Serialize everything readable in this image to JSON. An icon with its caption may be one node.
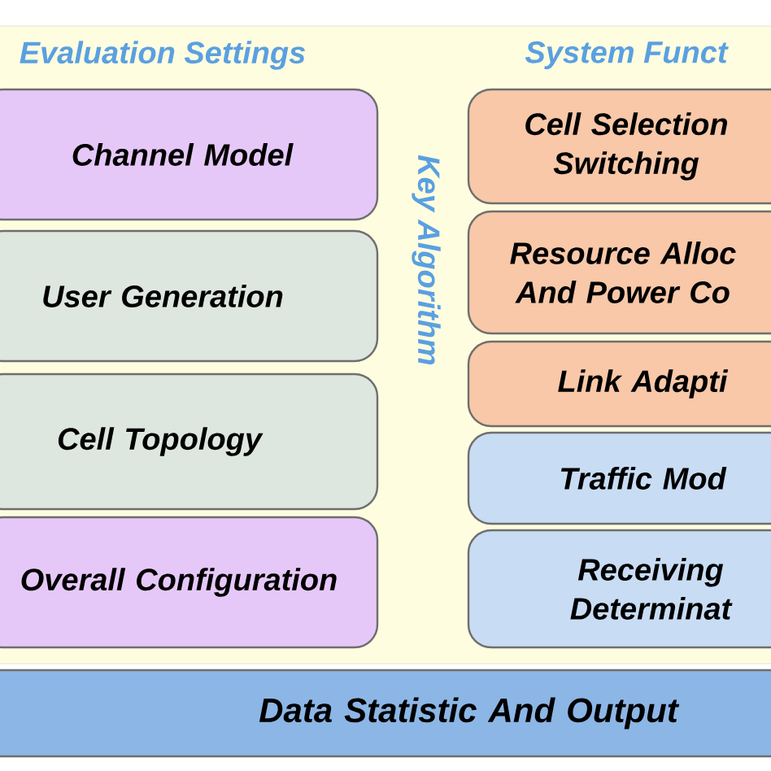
{
  "diagram": {
    "nodes": [
      {
        "text": [
          "Channel Model"
        ]
      },
      {
        "text": [
          "User Generation"
        ]
      },
      {
        "text": [
          "Cell Topology"
        ]
      },
      {
        "text": [
          "Overall Configuration"
        ]
      },
      {
        "text": [
          "Cell Selection Switching"
        ]
      },
      {
        "text": [
          "Resource Alloc And Power Co"
        ]
      },
      {
        "text": [
          "Link Adapti"
        ]
      },
      {
        "text": [
          "Traffic Mod"
        ]
      },
      {
        "text": [
          "Receiving Determinat"
        ]
      },
      {
        "text": [
          "Data Statistic And Output"
        ]
      }
    ],
    "edges": [],
    "labels": [
      "Evaluation Settings",
      "System Funct",
      "Key Algorithm"
    ]
  }
}
